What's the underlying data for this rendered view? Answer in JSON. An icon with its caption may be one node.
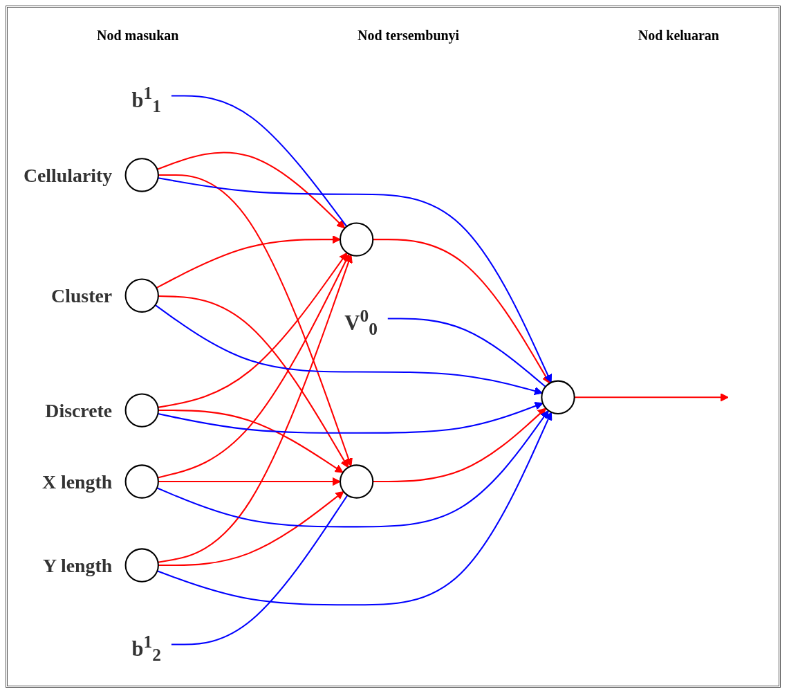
{
  "diagram": {
    "nodes": [
      {
        "text": [],
        "shape": "circle",
        "beside": [
          "Cellularity"
        ]
      },
      {
        "text": [],
        "shape": "circle",
        "beside": [
          "Cluster"
        ]
      },
      {
        "text": [],
        "shape": "circle",
        "beside": [
          "Discrete"
        ]
      },
      {
        "text": [],
        "shape": "circle",
        "beside": [
          "X length"
        ]
      },
      {
        "text": [],
        "shape": "circle",
        "beside": [
          "Y length"
        ]
      },
      {
        "text": [
          "b$^{1}$$_{1}$"
        ]
      },
      {
        "text": [],
        "shape": "circle"
      },
      {
        "text": [],
        "shape": "circle"
      },
      {
        "text": [
          "b$^{1}$$_{2}$"
        ]
      },
      {
        "text": [],
        "shape": "circle"
      },
      {
        "text": [
          "V$^{0}$$_{0}$"
        ]
      }
    ],
    "edges": [
      {
        "from": 0,
        "to": 6,
        "arrow": "to"
      },
      {
        "from": 0,
        "to": 7,
        "arrow": "to"
      },
      {
        "from": 1,
        "to": 6,
        "arrow": "to"
      },
      {
        "from": 1,
        "to": 7,
        "arrow": "to"
      },
      {
        "from": 2,
        "to": 6,
        "arrow": "to"
      },
      {
        "from": 2,
        "to": 7,
        "arrow": "to"
      },
      {
        "from": 3,
        "to": 6,
        "arrow": "to"
      },
      {
        "from": 3,
        "to": 7,
        "arrow": "to"
      },
      {
        "from": 4,
        "to": 6,
        "arrow": "to"
      },
      {
        "from": 4,
        "to": 7,
        "arrow": "to"
      },
      {
        "from": 6,
        "to": 9,
        "arrow": "to"
      },
      {
        "from": 7,
        "to": 9,
        "arrow": "to"
      },
      {
        "from": 0,
        "to": 9,
        "arrow": "to",
        "color": "#0000ff"
      },
      {
        "from": 1,
        "to": 9,
        "arrow": "to",
        "color": "#0000ff"
      },
      {
        "from": 2,
        "to": 9,
        "arrow": "to",
        "color": "#0000ff"
      },
      {
        "from": 3,
        "to": 9,
        "arrow": "to",
        "color": "#0000ff"
      },
      {
        "from": 4,
        "to": 9,
        "arrow": "to",
        "color": "#0000ff"
      },
      {
        "from": 9,
        "to": null,
        "arrow": "to"
      },
      {
        "from": 5,
        "to": 6,
        "arrow": "none",
        "color": "#0000ff"
      },
      {
        "from": 8,
        "to": 7,
        "arrow": "none",
        "color": "#0000ff"
      },
      {
        "from": 10,
        "to": 9,
        "arrow": "none",
        "color": "#0000ff"
      }
    ],
    "labels": [
      "Nod masukan",
      "Nod tersembunyi",
      "Nod keluaran"
    ]
  }
}
